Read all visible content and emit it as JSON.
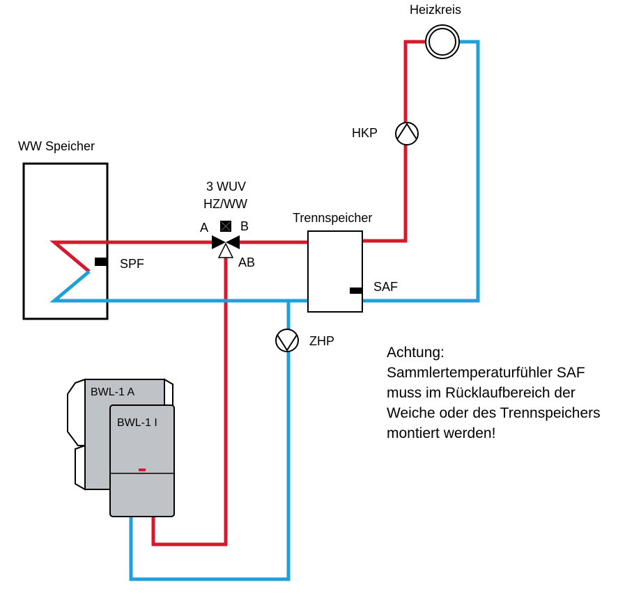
{
  "colors": {
    "supply": "#d7192d",
    "return": "#1ea0d8",
    "unit_body": "#bfc3c7",
    "unit_back": "#f2f2f2",
    "sensor": "#000000"
  },
  "labels": {
    "ww_speicher": "WW Speicher",
    "spf": "SPF",
    "wuv_line1": "3 WUV",
    "wuv_line2": "HZ/WW",
    "port_a": "A",
    "port_b": "B",
    "port_ab": "AB",
    "trennspeicher": "Trennspeicher",
    "saf": "SAF",
    "heizkreis": "Heizkreis",
    "hkp": "HKP",
    "zhp": "ZHP",
    "unit_outer": "BWL-1 A",
    "unit_inner": "BWL-1 I"
  },
  "note": {
    "lines": [
      "Achtung:",
      "Sammlertemperaturfühler SAF",
      "muss im Rücklaufbereich der",
      "Weiche oder des Trennspeichers",
      "montiert werden!"
    ]
  }
}
